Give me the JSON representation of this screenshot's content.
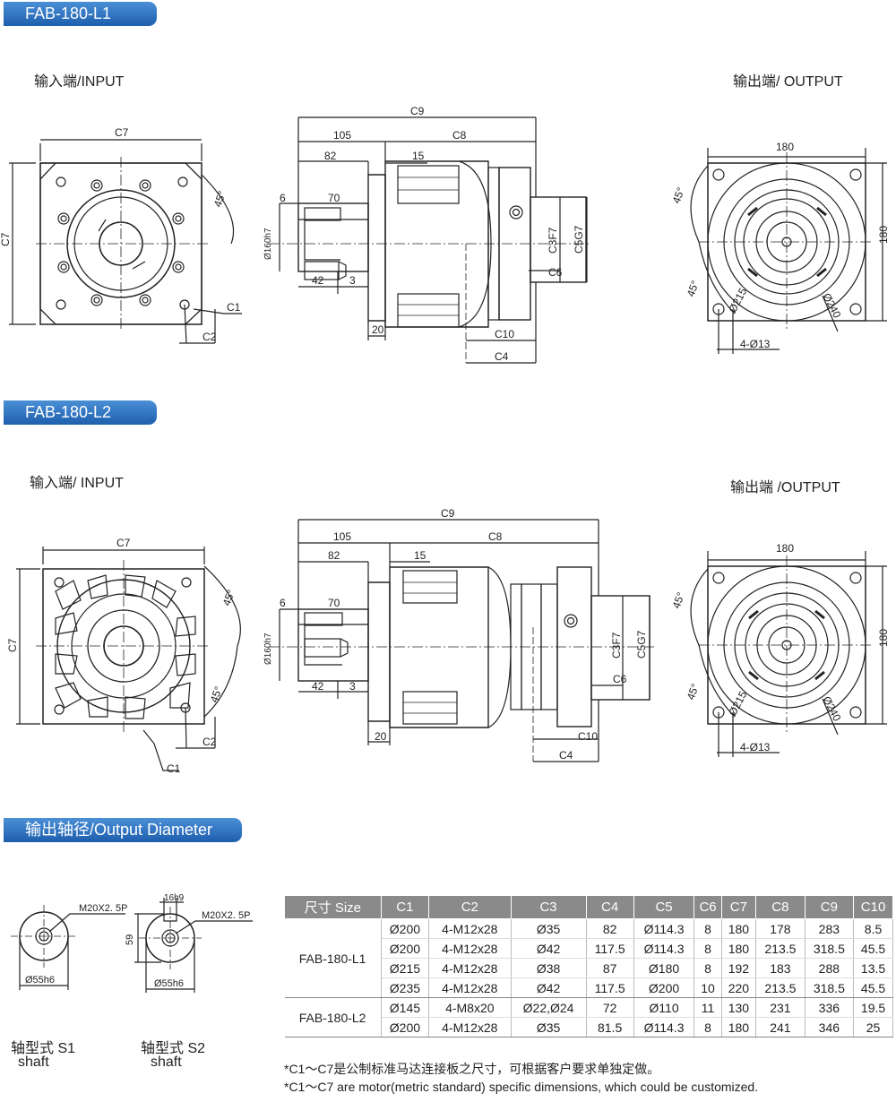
{
  "sections": {
    "l1_title": "FAB-180-L1",
    "l2_title": "FAB-180-L2",
    "shaft_title": "输出轴径/Output Diameter"
  },
  "l1": {
    "input_label": "输入端/INPUT",
    "output_label": "输出端/ OUTPUT",
    "dims": {
      "c7": "C7",
      "c7v": "C7",
      "angle": "45°",
      "c1": "C1",
      "c2": "C2",
      "c9": "C9",
      "d105": "105",
      "c8": "C8",
      "d82": "82",
      "d15": "15",
      "d6": "6",
      "d70": "70",
      "dia160": "Ø160h7",
      "d42": "42",
      "d3": "3",
      "c3": "C3F7",
      "c5": "C5G7",
      "c6": "C6",
      "d20": "20",
      "c10": "C10",
      "c4": "C4",
      "o180": "180",
      "o180v": "180",
      "oangle1": "45°",
      "oangle2": "45°",
      "dia215": "Ø215",
      "dia240": "Ø240",
      "holes": "4-Ø13"
    }
  },
  "l2": {
    "input_label": "输入端/ INPUT",
    "output_label": "输出端 /OUTPUT",
    "dims": {
      "c7": "C7",
      "c7v": "C7",
      "angle1": "45°",
      "angle2": "45°",
      "c1": "C1",
      "c2": "C2",
      "c9": "C9",
      "d105": "105",
      "c8": "C8",
      "d82": "82",
      "d15": "15",
      "d6": "6",
      "d70": "70",
      "dia160": "Ø160h7",
      "d42": "42",
      "d3": "3",
      "c3": "C3F7",
      "c5": "C5G7",
      "c6": "C6",
      "d20": "20",
      "c10": "C10",
      "c4": "C4",
      "o180": "180",
      "o180v": "180",
      "oangle1": "45°",
      "oangle2": "45°",
      "dia215": "Ø215",
      "dia240": "Ø240",
      "holes": "4-Ø13"
    }
  },
  "shafts": {
    "s1_thread": "M20X2. 5P",
    "s1_dia": "Ø55h6",
    "s1_cn": "轴型式 S1",
    "s1_en": "shaft",
    "s2_key": "16h9",
    "s2_thread": "M20X2. 5P",
    "s2_height": "59",
    "s2_dia": "Ø55h6",
    "s2_cn": "轴型式 S2",
    "s2_en": "shaft"
  },
  "table": {
    "headers": [
      "尺寸 Size",
      "C1",
      "C2",
      "C3",
      "C4",
      "C5",
      "C6",
      "C7",
      "C8",
      "C9",
      "C10"
    ],
    "groups": [
      {
        "model": "FAB-180-L1",
        "rows": [
          [
            "Ø200",
            "4-M12x28",
            "Ø35",
            "82",
            "Ø114.3",
            "8",
            "180",
            "178",
            "283",
            "8.5"
          ],
          [
            "Ø200",
            "4-M12x28",
            "Ø42",
            "117.5",
            "Ø114.3",
            "8",
            "180",
            "213.5",
            "318.5",
            "45.5"
          ],
          [
            "Ø215",
            "4-M12x28",
            "Ø38",
            "87",
            "Ø180",
            "8",
            "192",
            "183",
            "288",
            "13.5"
          ],
          [
            "Ø235",
            "4-M12x28",
            "Ø42",
            "117.5",
            "Ø200",
            "10",
            "220",
            "213.5",
            "318.5",
            "45.5"
          ]
        ]
      },
      {
        "model": "FAB-180-L2",
        "rows": [
          [
            "Ø145",
            "4-M8x20",
            "Ø22,Ø24",
            "72",
            "Ø110",
            "11",
            "130",
            "231",
            "336",
            "19.5"
          ],
          [
            "Ø200",
            "4-M12x28",
            "Ø35",
            "81.5",
            "Ø114.3",
            "8",
            "180",
            "241",
            "346",
            "25"
          ]
        ]
      }
    ]
  },
  "notes": {
    "cn": "*C1～C7是公制标准马达连接板之尺寸，可根据客户要求单独定做。",
    "en": "*C1～C7 are motor(metric standard) specific dimensions, which could be customized."
  },
  "colors": {
    "tag_top": "#4a8fd6",
    "tag_bottom": "#1f5fae",
    "table_header": "#8a8a8a"
  }
}
